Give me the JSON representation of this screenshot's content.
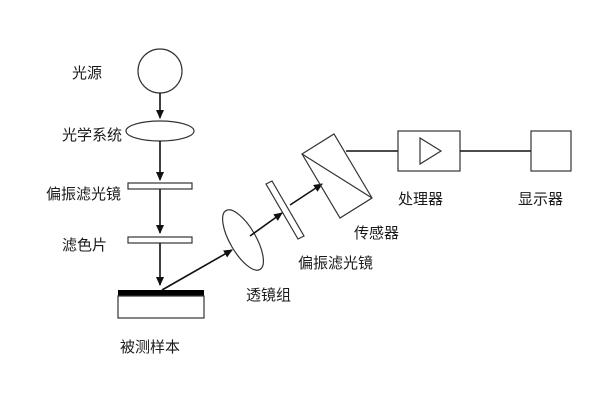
{
  "diagram": {
    "labels": {
      "light_source": "光源",
      "optical_system": "光学系统",
      "polarizer_top": "偏振滤光镜",
      "color_filter": "滤色片",
      "sample": "被测样本",
      "lens_group": "透镜组",
      "polarizer_bottom": "偏振滤光镜",
      "sensor": "传感器",
      "processor": "处理器",
      "display": "显示器"
    },
    "colors": {
      "line": "#111111",
      "stroke": "#333333",
      "sample_bar": "#000000"
    }
  }
}
